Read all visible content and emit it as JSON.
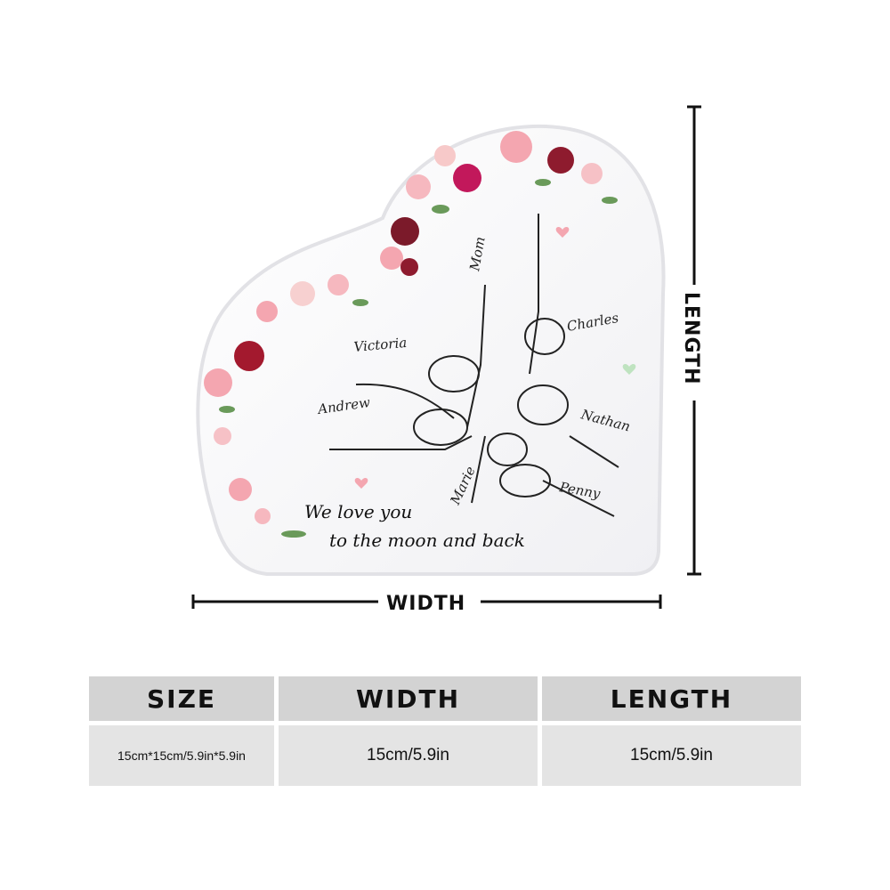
{
  "product": {
    "names": [
      "Mom",
      "Victoria",
      "Charles",
      "Andrew",
      "Nathan",
      "Marie",
      "Penny"
    ],
    "quote_line1": "We love you",
    "quote_line2": "to the moon and back"
  },
  "dimensions": {
    "width_label": "WIDTH",
    "length_label": "LENGTH"
  },
  "size_table": {
    "headers": [
      "SIZE",
      "WIDTH",
      "LENGTH"
    ],
    "values": [
      "15cm*15cm/5.9in*5.9in",
      "15cm/5.9in",
      "15cm/5.9in"
    ]
  },
  "colors": {
    "rose": "#c2185b",
    "pink": "#f4a6b0",
    "leaf": "#6a9a5a",
    "table_header": "#d3d3d3",
    "table_cell": "#e4e4e4"
  }
}
